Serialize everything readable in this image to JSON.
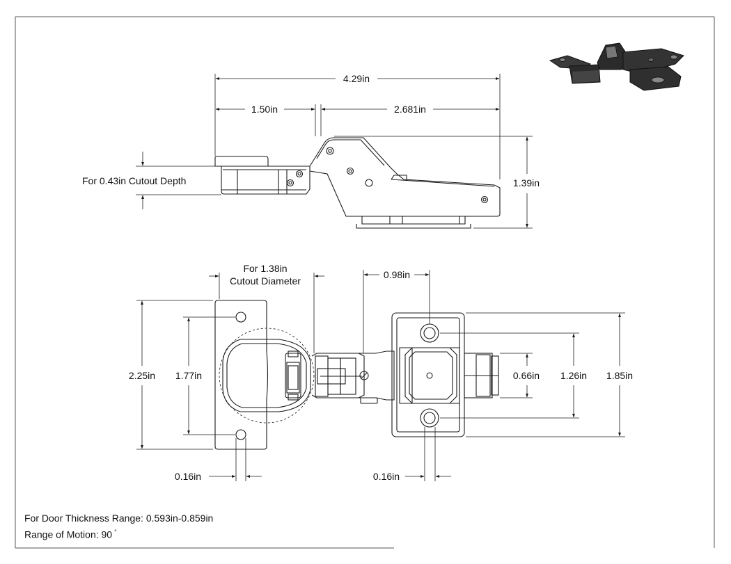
{
  "title": "",
  "side_view": {
    "overall_length": "4.29in",
    "cup_length": "1.50in",
    "arm_length": "2.681in",
    "height": "1.39in",
    "cutout_depth_note": "For 0.43in Cutout Depth"
  },
  "top_view": {
    "cutout_note_line1": "For 1.38in",
    "cutout_note_line2": "Cutout Diameter",
    "plate_offset": "0.98in",
    "cup_height": "2.25in",
    "cup_hole_spacing": "1.77in",
    "cup_hole_dia": "0.16in",
    "plate_slot": "0.66in",
    "plate_hole_spacing": "1.26in",
    "plate_height": "1.85in",
    "plate_hole_dia": "0.16in"
  },
  "notes": {
    "door_thickness": "For Door Thickness Range: 0.593in-0.859in",
    "range_of_motion": "Range of Motion: 90",
    "degree_symbol": "°"
  },
  "colors": {
    "line": "#1a1a1a",
    "render_dark": "#2b2b2b",
    "render_mid": "#555555"
  }
}
